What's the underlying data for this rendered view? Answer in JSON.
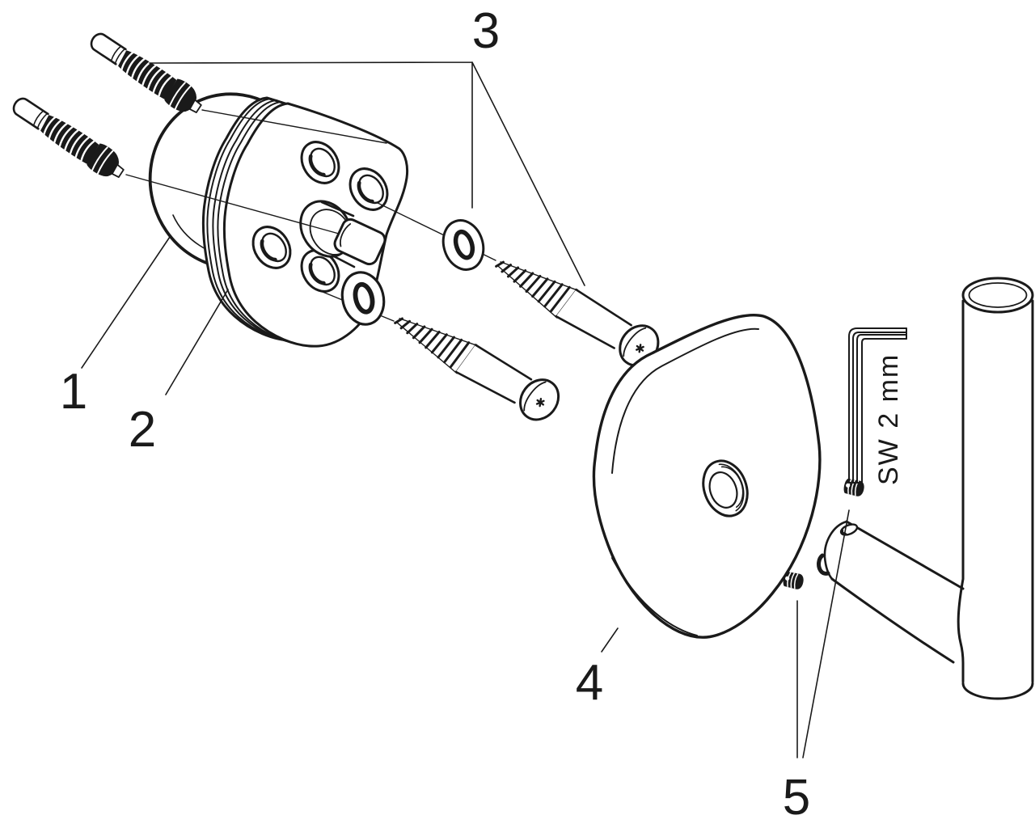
{
  "colors": {
    "line": "#1a1a1a",
    "background": "#ffffff"
  },
  "labels": {
    "part1": "1",
    "part2": "2",
    "part3": "3",
    "part4": "4",
    "part5": "5"
  },
  "annotations": {
    "tool_size": "SW 2 mm"
  },
  "parts": [
    {
      "label": "1",
      "icon": "ring-gasket-icon"
    },
    {
      "label": "2",
      "icon": "mounting-flange-icon"
    },
    {
      "label": "3",
      "icon": "plugs-washers-screws-icon"
    },
    {
      "label": "4",
      "icon": "cover-plate-icon"
    },
    {
      "label": "5",
      "icon": "set-screws-icon"
    }
  ]
}
